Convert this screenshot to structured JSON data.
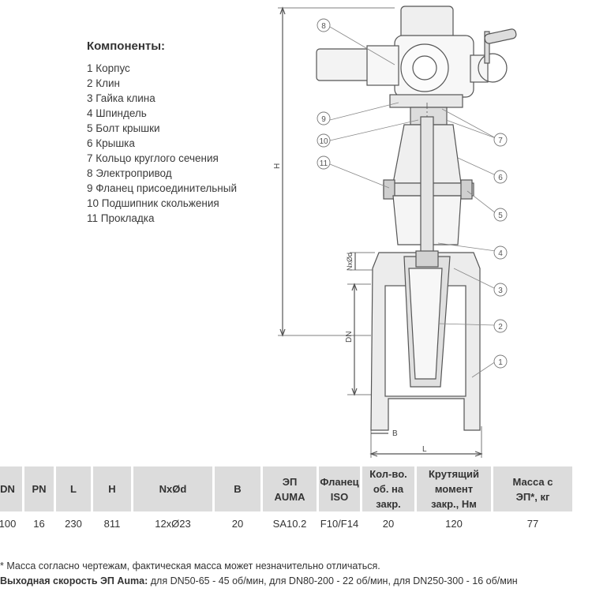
{
  "legend": {
    "title": "Компоненты:",
    "items": [
      "1 Корпус",
      "2 Клин",
      "3 Гайка клина",
      "4 Шпиндель",
      "5 Болт крышки",
      "6 Крышка",
      "7 Кольцо круглого сечения",
      "8 Электропривод",
      "9 Фланец присоединительный",
      "10 Подшипник скольжения",
      "11 Прокладка"
    ]
  },
  "drawing": {
    "callouts": [
      "1",
      "2",
      "3",
      "4",
      "5",
      "6",
      "7",
      "8",
      "9",
      "10",
      "11"
    ],
    "dims": {
      "h": "H",
      "dn": "DN",
      "nxd": "NxØd",
      "b": "B",
      "l": "L"
    }
  },
  "table": {
    "headers": [
      "DN",
      "PN",
      "L",
      "H",
      "NxØd",
      "B",
      "ЭП\nAUMA",
      "Фланец\nISO",
      "Кол-во.\nоб. на\nзакр.",
      "Крутящий\nмомент\nзакр., Нм",
      "Масса с\nЭП*, кг"
    ],
    "row": [
      "100",
      "16",
      "230",
      "811",
      "12xØ23",
      "20",
      "SA10.2",
      "F10/F14",
      "20",
      "120",
      "77"
    ]
  },
  "notes": {
    "line1": "* Масса согласно чертежам, фактическая масса может незначительно отличаться.",
    "line2_label": "Выходная скорость ЭП Auma:",
    "line2_text": " для DN50-65 - 45 об/мин, для DN80-200 - 22 об/мин, для DN250-300 - 16 об/мин"
  }
}
